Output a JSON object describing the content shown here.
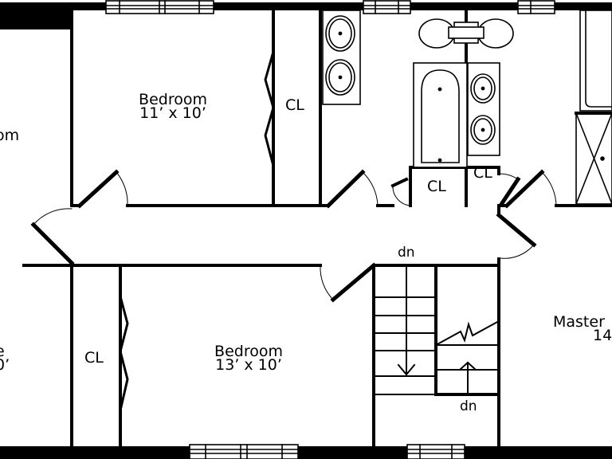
{
  "rooms": {
    "bedroom_top": {
      "name": "Bedroom",
      "size": "11’ x 10’"
    },
    "bedroom_bottom": {
      "name": "Bedroom",
      "size": "13’ x 10’"
    },
    "master": {
      "name": "Master",
      "size": "14"
    },
    "left_top_partial": {
      "name": "om"
    },
    "left_bottom_partial": {
      "name": "e",
      "size": "0’"
    }
  },
  "closets": {
    "cl_top": "CL",
    "cl_bottom": "CL",
    "cl_bath": "CL",
    "cl_right": "CL"
  },
  "stairs": {
    "down_top": "dn",
    "down_bottom": "dn"
  }
}
